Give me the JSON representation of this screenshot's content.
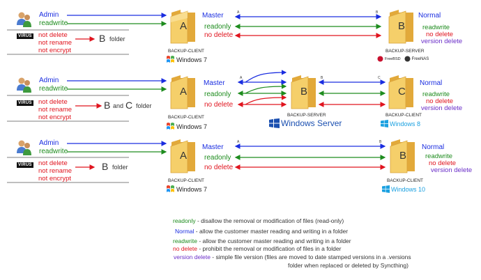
{
  "rows": [
    {
      "left": {
        "admin": "Admin",
        "readwrite": "readwrite",
        "virus": "VIRUS",
        "no_delete": "not delete",
        "no_rename": "not rename",
        "no_encrypt": "not encrypt",
        "target_1": "B",
        "target_and": "",
        "target_2": "",
        "target_word": "folder"
      },
      "mid": {
        "master": "Master",
        "readonly": "readonly",
        "no_delete": "no delete"
      },
      "client": {
        "letter": "A",
        "caption": "BACKUP-CLIENT",
        "os": "Windows 7"
      },
      "server": {
        "letter": "B",
        "caption": "BACKUP-SERVER",
        "badge1": "FreeBSD",
        "badge2": "FreeNAS"
      },
      "right": {
        "mode": "Normal",
        "readwrite": "readwrite",
        "no_delete": "no delete",
        "version": "version delete"
      },
      "arrow_tags": {
        "left": "A",
        "right": "B"
      }
    },
    {
      "left": {
        "admin": "Admin",
        "readwrite": "readwrite",
        "virus": "VIRUS",
        "no_delete": "not delete",
        "no_rename": "not rename",
        "no_encrypt": "not encrypt",
        "target_1": "B",
        "target_and": "and",
        "target_2": "C",
        "target_word": "folder"
      },
      "mid": {
        "master": "Master",
        "readonly": "readonly",
        "no_delete": "no delete"
      },
      "client": {
        "letter": "A",
        "caption": "BACKUP-CLIENT",
        "os": "Windows 7"
      },
      "server": {
        "letter": "B",
        "caption": "BACKUP-SERVER",
        "os": "Windows Server"
      },
      "client2": {
        "letter": "C",
        "caption": "BACKUP-CLIENT",
        "os": "Windows 8"
      },
      "right": {
        "mode": "Normal",
        "readwrite": "readwrite",
        "no_delete": "no delete",
        "version": "version delete"
      },
      "arrow_tags": {
        "left": "A",
        "mid": "B",
        "right": "C"
      }
    },
    {
      "left": {
        "admin": "Admin",
        "readwrite": "readwrite",
        "virus": "VIRUS",
        "no_delete": "not delete",
        "no_rename": "not rename",
        "no_encrypt": "not encrypt",
        "target_1": "B",
        "target_and": "",
        "target_2": "",
        "target_word": "folder"
      },
      "mid": {
        "master": "Master",
        "readonly": "readonly",
        "no_delete": "no delete"
      },
      "client": {
        "letter": "A",
        "caption": "BACKUP-CLIENT",
        "os": "Windows 7"
      },
      "server": {
        "letter": "B",
        "caption": "BACKUP-CLIENT",
        "os": "Windows 10"
      },
      "right": {
        "mode": "Normal",
        "readwrite": "readwrite",
        "no_delete": "no delete",
        "version": "version delete"
      },
      "arrow_tags": {
        "left": "A",
        "right": "B"
      }
    }
  ],
  "legend": [
    {
      "term": "readonly",
      "desc": "- disallow the removal or modification of files (read-only)",
      "color": "#1e8c1e"
    },
    {
      "term": "Normal",
      "desc": "- allow the customer master reading and writing in a folder",
      "color": "#1a2de0"
    },
    {
      "term": "readwrite",
      "desc": "- allow the customer master reading and writing in a folder",
      "color": "#1e8c1e"
    },
    {
      "term": "no delete",
      "desc": "- prohibit the removal or modification of files in a folder",
      "color": "#e0141e"
    },
    {
      "term": "version delete",
      "desc": "- simple file version (files are moved to date stamped versions in a .versions",
      "color": "#6a2ec8"
    }
  ],
  "legend_cont": "folder when replaced or deleted by Syncthing)",
  "colors": {
    "blue": "#1a2de0",
    "green": "#1e8c1e",
    "red": "#e0141e",
    "purple": "#6a2ec8",
    "folder": "#f2c14e"
  }
}
